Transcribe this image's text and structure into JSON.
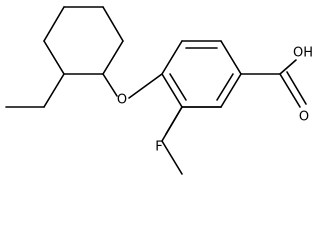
{
  "molecule": {
    "atoms": {
      "oxygen_ether": "O",
      "fluorine": "F",
      "hydroxyl": "OH",
      "carbonyl_oxygen": "O"
    },
    "colors": {
      "bond": "#000000",
      "text": "#000000",
      "background": "#ffffff"
    }
  }
}
